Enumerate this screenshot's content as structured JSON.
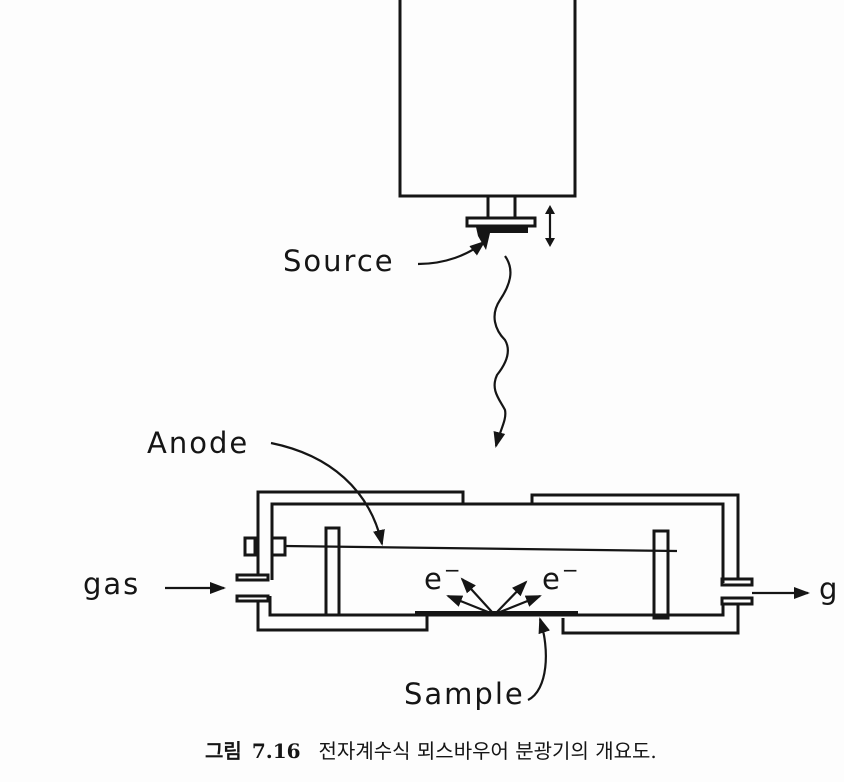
{
  "labels": {
    "source": "Source",
    "anode": "Anode",
    "sample": "Sample",
    "gas_in": "gas",
    "gas_out": "g",
    "electron": "e",
    "electron_sup": "−"
  },
  "caption": {
    "prefix": "그림",
    "number": "7.16",
    "text": "전자계수식 뫼스바우어 분광기의 개요도."
  }
}
